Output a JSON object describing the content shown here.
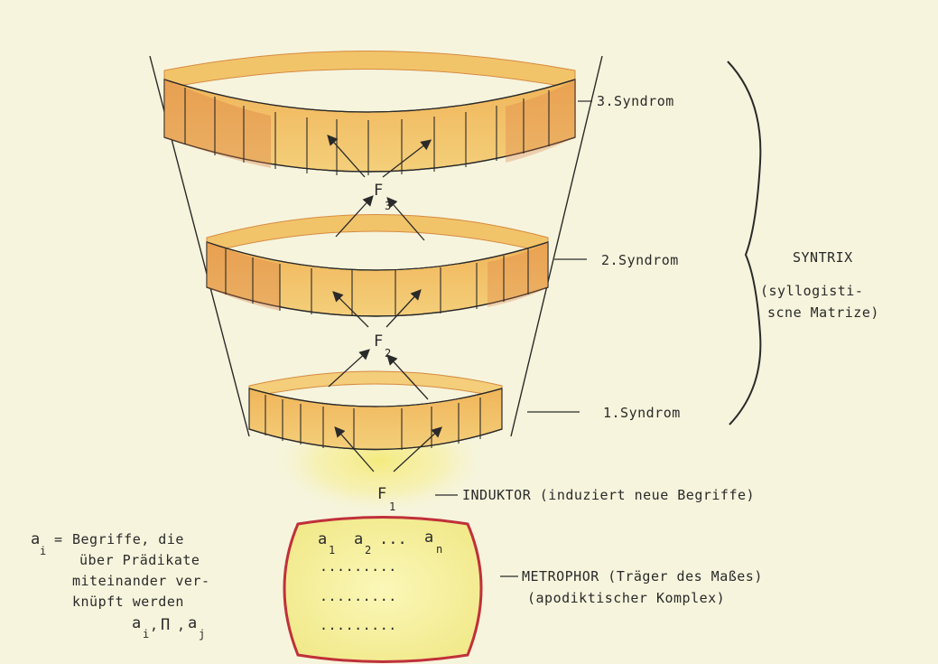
{
  "diagram": {
    "syndromes": [
      {
        "label": "3.Syndrom",
        "factor_main": "F",
        "factor_sub": "3"
      },
      {
        "label": "2.Syndrom",
        "factor_main": "F",
        "factor_sub": "2"
      },
      {
        "label": "1.Syndrom",
        "factor_main": "F",
        "factor_sub": "1"
      }
    ],
    "syntrix": {
      "title": "SYNTRIX",
      "desc_line1": "(syllogisti-",
      "desc_line2": "scne Matrize)"
    },
    "induktor": {
      "label": "INDUKTOR (induziert neue Begriffe)"
    },
    "metrophor": {
      "line1": "METROPHOR (Träger des Maßes)",
      "line2": "(apodiktischer Komplex)",
      "elements": {
        "a1_main": "a",
        "a1_sub": "1",
        "a2_main": "a",
        "a2_sub": "2",
        "ellipsis": "...",
        "an_main": "a",
        "an_sub": "n"
      },
      "dot_rows": [
        ".........",
        ".........",
        "........."
      ]
    },
    "legend": {
      "symbol_main": "a",
      "symbol_sub": "i",
      "equals": "=",
      "line1": "Begriffe, die",
      "line2": "über Prädikate",
      "line3": "miteinander ver-",
      "line4": "knüpft werden",
      "relation": {
        "ai_main": "a",
        "ai_sub": "i",
        "pi": "Π",
        "aj_main": "a",
        "aj_sub": "j",
        "sep": ","
      }
    },
    "colors": {
      "paper": "#f6f4dc",
      "ring_fill": "#f2c46a",
      "ring_edge": "#e98a4a",
      "ring_dark": "#c8643a",
      "metrophor_fill": "#f7f3a6",
      "metrophor_border": "#c0303a",
      "glow": "#f7ef96",
      "ink": "#2a2a2a"
    }
  }
}
